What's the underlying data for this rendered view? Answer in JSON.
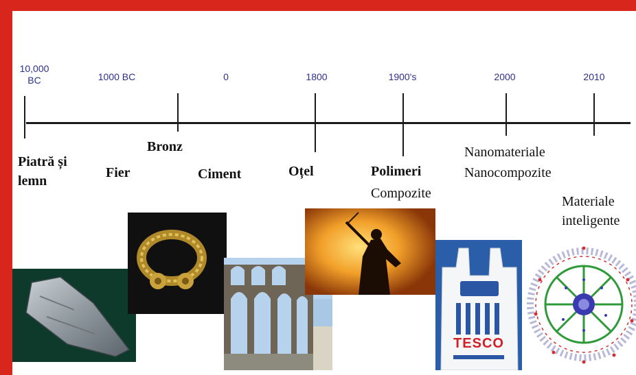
{
  "dates": [
    "10,000 BC",
    "1000 BC",
    "0",
    "1800",
    "1900's",
    "2000",
    "2010"
  ],
  "eras": {
    "stone_wood": "Piatră și lemn",
    "iron": "Fier",
    "bronze": "Bronz",
    "cement": "Ciment",
    "steel": "Oțel",
    "polymers": "Polimeri",
    "composites": "Compozite",
    "nanomaterials": "Nanomateriale",
    "nanocomposites": "Nanocompozite",
    "smart_1": "Materiale",
    "smart_2": "inteligente"
  },
  "bag_brand": "TESCO",
  "colors": {
    "frame": "#d8261c",
    "date_text": "#2b2f8c",
    "axis": "#1a1a1a"
  }
}
